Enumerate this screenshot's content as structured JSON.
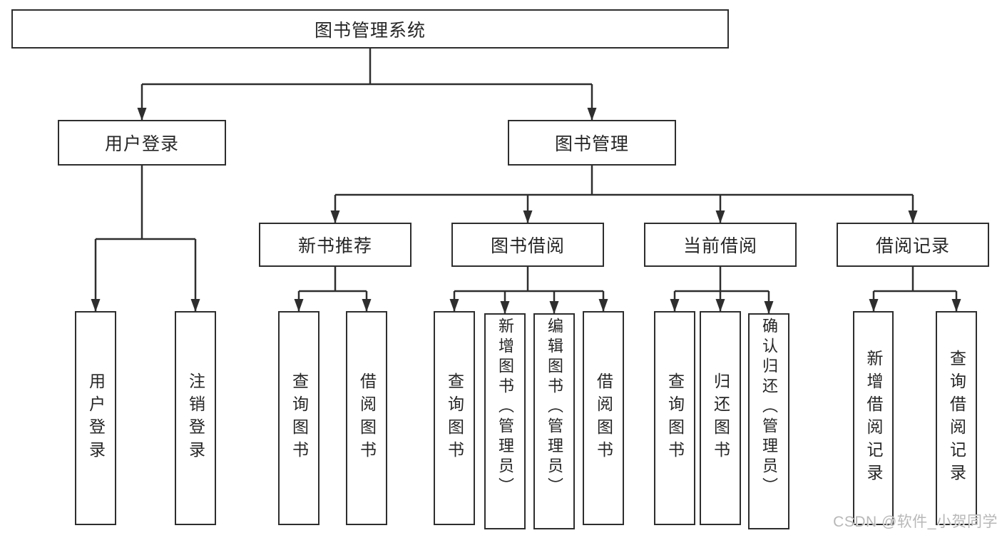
{
  "tree": {
    "root": {
      "label": "图书管理系统"
    },
    "branches": [
      {
        "label": "用户登录",
        "leaves": [
          {
            "label": "用户登录"
          },
          {
            "label": "注销登录"
          }
        ]
      },
      {
        "label": "图书管理",
        "groups": [
          {
            "label": "新书推荐",
            "leaves": [
              {
                "label": "查询图书"
              },
              {
                "label": "借阅图书"
              }
            ]
          },
          {
            "label": "图书借阅",
            "leaves": [
              {
                "label": "查询图书"
              },
              {
                "label": "新增图书（管理员）"
              },
              {
                "label": "编辑图书（管理员）"
              },
              {
                "label": "借阅图书"
              }
            ]
          },
          {
            "label": "当前借阅",
            "leaves": [
              {
                "label": "查询图书"
              },
              {
                "label": "归还图书"
              },
              {
                "label": "确认归还（管理员）"
              }
            ]
          },
          {
            "label": "借阅记录",
            "leaves": [
              {
                "label": "新增借阅记录"
              },
              {
                "label": "查询借阅记录"
              }
            ]
          }
        ]
      }
    ]
  },
  "watermark": {
    "text": "CSDN @软件_小贺同学"
  },
  "colors": {
    "line": "#2e2e2e",
    "box_border": "#2e2e2e",
    "text": "#262626",
    "background": "#ffffff",
    "watermark": "#b8b8b8"
  }
}
